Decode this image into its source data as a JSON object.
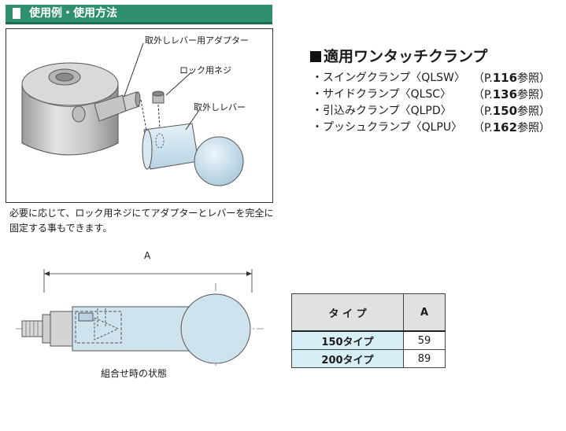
{
  "header": {
    "title": "使用例・使用方法"
  },
  "illustration": {
    "callouts": {
      "adapter": "取外しレバー用アダプター",
      "lock_screw": "ロック用ネジ",
      "lever": "取外しレバー"
    }
  },
  "note": "必要に応じて、ロック用ネジにてアダプターとレバーを完全に固定する事もできます。",
  "clamps": {
    "heading": "適用ワンタッチクランプ",
    "items": [
      {
        "name": "・スイングクランプ〈QLSW〉",
        "page_prefix": "（P.",
        "page": "116",
        "page_suffix": "参照）"
      },
      {
        "name": "・サイドクランプ〈QLSC〉",
        "page_prefix": "（P.",
        "page": "136",
        "page_suffix": "参照）"
      },
      {
        "name": "・引込みクランプ〈QLPD〉",
        "page_prefix": "（P.",
        "page": "150",
        "page_suffix": "参照）"
      },
      {
        "name": "・プッシュクランプ〈QLPU〉",
        "page_prefix": "（P.",
        "page": "162",
        "page_suffix": "参照）"
      }
    ]
  },
  "assembly": {
    "dimension_label": "A",
    "caption": "組合せ時の状態"
  },
  "spec_table": {
    "headers": {
      "type": "タ イ プ",
      "a": "A"
    },
    "rows": [
      {
        "type": "150タイプ",
        "a": "59"
      },
      {
        "type": "200タイプ",
        "a": "89"
      }
    ]
  },
  "colors": {
    "header_bg": "#2f8f6e",
    "metal_gray": "#d2d2d2",
    "part_blue": "#cfe3ef",
    "table_header_bg": "#dfe1e3",
    "table_type_bg": "#d8eef7"
  }
}
